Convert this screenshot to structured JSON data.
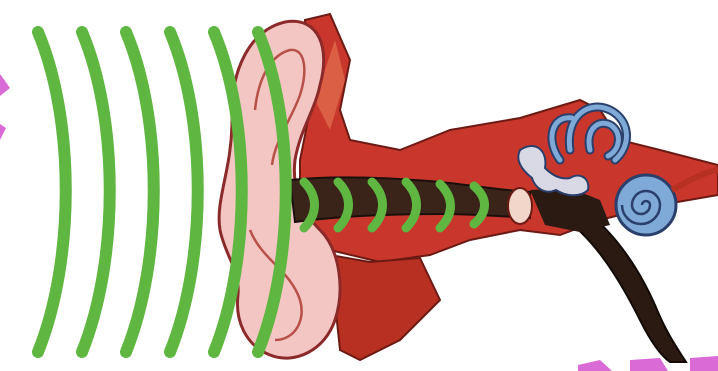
{
  "illustration": {
    "subject": "ear-anatomy-sound-waves",
    "wave_count_outer": 6,
    "wave_count_canal": 6
  },
  "colors": {
    "background": "#ffffff",
    "sound_wave": "#5fb640",
    "outer_ear_skin": "#f4c6c3",
    "outer_ear_outline": "#8b2a2a",
    "skull_tissue": "#c9362b",
    "skull_tissue_light": "#e06a4c",
    "ear_canal": "#3a241a",
    "cochlea": "#7fa9d6",
    "cochlea_outline": "#2a3f6b",
    "ossicles": "#d9d9e6",
    "eustachian_tube": "#2b1a12",
    "corner_artifact": "#d96ad6"
  }
}
